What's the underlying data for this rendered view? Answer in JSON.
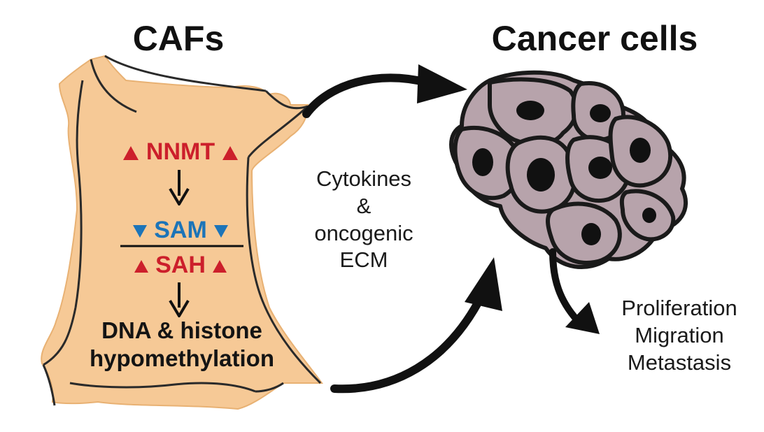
{
  "left_title": "CAFs",
  "right_title": "Cancer cells",
  "caf": {
    "nnmt": "NNMT",
    "sam": "SAM",
    "sah": "SAH",
    "outcome_line1": "DNA & histone",
    "outcome_line2": "hypomethylation"
  },
  "middle": {
    "line1": "Cytokines",
    "line2": "&",
    "line3": "oncogenic",
    "line4": "ECM"
  },
  "effects": [
    "Proliferation",
    "Migration",
    "Metastasis"
  ],
  "colors": {
    "caf_fill": "#f6c996",
    "cell_fill": "#b7a3ab",
    "up_red": "#cc1f2b",
    "down_blue": "#1c74b8",
    "outline": "#1a1a1a"
  },
  "icons": {
    "up": "up-triangle-icon",
    "down": "down-triangle-icon"
  }
}
